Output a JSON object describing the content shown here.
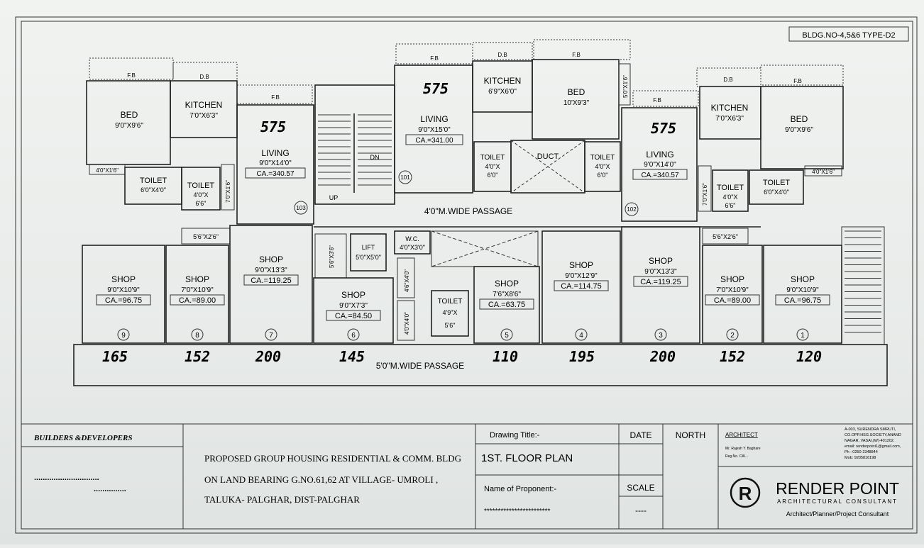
{
  "bldg_tag": "BLDG.NO-4,5&6 TYPE-D2",
  "plan": {
    "flat_left": {
      "bed": {
        "name": "BED",
        "size": "9'0\"X9'6\""
      },
      "kitchen": {
        "name": "KITCHEN",
        "size": "7'0\"X6'3\""
      },
      "living": {
        "name": "LIVING",
        "size": "9'0\"X14'0\"",
        "ca": "CA.=340.57"
      },
      "toilet_a": {
        "name": "TOILET",
        "size": "6'0\"X4'0\""
      },
      "toilet_b": {
        "name": "TOILET",
        "size1": "4'0\"X",
        "size2": "6'6\""
      },
      "shaft1": "4'0\"X1'6\"",
      "shaft2": "7'0\"X1'6\"",
      "fb1": "F.B",
      "db": "D.B",
      "fb2": "F.B",
      "no": "103",
      "handnote": "575"
    },
    "flat_mid": {
      "kitchen": {
        "name": "KITCHEN",
        "size": "6'9\"X6'0\""
      },
      "bed": {
        "name": "BED",
        "size": "10'X9'3\""
      },
      "living": {
        "name": "LIVING",
        "size": "9'0\"X15'0\"",
        "ca": "CA.=341.00"
      },
      "toilet_a": {
        "name": "TOILET",
        "size1": "4'0\"X",
        "size2": "6'0\""
      },
      "toilet_b": {
        "name": "TOILET",
        "size1": "4'0\"X",
        "size2": "6'0\""
      },
      "duct": "DUCT",
      "shaft": "5'0\"X1'6\"",
      "fb1": "F.B",
      "db": "D.B",
      "fb2": "F.B",
      "no": "101",
      "handnote": "575"
    },
    "flat_right": {
      "kitchen": {
        "name": "KITCHEN",
        "size": "7'0\"X6'3\""
      },
      "bed": {
        "name": "BED",
        "size": "9'0\"X9'6\""
      },
      "living": {
        "name": "LIVING",
        "size": "9'0\"X14'0\"",
        "ca": "CA.=340.57"
      },
      "toilet_a": {
        "name": "TOILET",
        "size": "6'0\"X4'0\""
      },
      "toilet_b": {
        "name": "TOILET",
        "size1": "4'0\"X",
        "size2": "6'6\""
      },
      "shaft1": "4'0\"X1'6\"",
      "shaft2": "7'0\"X1'6\"",
      "fb1": "F.B",
      "db": "D.B",
      "fb2": "F.B",
      "no": "102",
      "handnote": "575"
    },
    "stair_up": "UP",
    "stair_dn": "DN",
    "passage_upper": "4'0\"M.WIDE PASSAGE",
    "passage_lower": "5'0\"M.WIDE PASSAGE",
    "lift": {
      "name": "LIFT",
      "size": "5'0\"X5'0\""
    },
    "wc": {
      "name": "W.C.",
      "size": "4'0\"X3'0\""
    },
    "shaft_small": "5'6\"X2'6\"",
    "shaft_vert": "5'6\"X3'6\"",
    "stair_a": "4'6\"X4'0\"",
    "stair_b": "4'0\"X4'0\"",
    "toilet_c": {
      "name": "TOILET",
      "size1": "4'9\"X",
      "size2": "5'6\""
    },
    "shops": [
      {
        "name": "SHOP",
        "size": "9'0\"X10'9\"",
        "ca": "CA.=96.75",
        "no": "9",
        "hand": "165"
      },
      {
        "name": "SHOP",
        "size": "7'0\"X10'9\"",
        "ca": "CA.=89.00",
        "no": "8",
        "hand": "152"
      },
      {
        "name": "SHOP",
        "size": "9'0\"X13'3\"",
        "ca": "CA.=119.25",
        "no": "7",
        "hand": "200"
      },
      {
        "name": "SHOP",
        "size": "9'0\"X7'3\"",
        "ca": "CA.=84.50",
        "no": "6",
        "hand": "145"
      },
      {
        "name": "SHOP",
        "size": "7'6\"X8'6\"",
        "ca": "CA.=63.75",
        "no": "5",
        "hand": "110"
      },
      {
        "name": "SHOP",
        "size": "9'0\"X12'9\"",
        "ca": "CA.=114.75",
        "no": "4",
        "hand": "195"
      },
      {
        "name": "SHOP",
        "size": "9'0\"X13'3\"",
        "ca": "CA.=119.25",
        "no": "3",
        "hand": "200"
      },
      {
        "name": "SHOP",
        "size": "7'0\"X10'9\"",
        "ca": "CA.=89.00",
        "no": "2",
        "hand": "152"
      },
      {
        "name": "SHOP",
        "size": "9'0\"X10'9\"",
        "ca": "CA.=96.75",
        "no": "1",
        "hand": "120"
      }
    ],
    "shop_shaft_left": "5'6\"X2'6\"",
    "shop_shaft_right": "5'6\"X2'6\""
  },
  "titleblock": {
    "builders": "BUILDERS &DEVELOPERS",
    "dots1": "..............................",
    "dots2": "...............",
    "project1": "PROPOSED GROUP HOUSING RESIDENTIAL & COMM. BLDG",
    "project2": "ON LAND BEARING G.NO.61,62 AT VILLAGE- UMROLI ,",
    "project3": "TALUKA- PALGHAR, DIST-PALGHAR",
    "drawing_title_label": "Drawing Title:-",
    "drawing_title": "1ST. FLOOR PLAN",
    "proponent_label": "Name of Proponent:-",
    "proponent_stars": "************************",
    "date_label": "DATE",
    "scale_label": "SCALE",
    "scale_value": "----",
    "north_label": "NORTH",
    "architect_label": "ARCHITECT",
    "architect_name": "Mr. Rajesh Y. Baghare",
    "architect_sub": "Reg.No. CA/...",
    "address": [
      "A-003, SURENDRA SMRUTI,",
      "CO.OPP.HSG.SOCIETY,ANAND",
      "NAGAR, VASAI,(W)-401202.",
      "email: renderpoint1@gmail.com,",
      "Ph : 0250-2348844",
      "Mob: 9205816198"
    ],
    "firm": "RENDER POINT",
    "firm_sub": "ARCHITECTURAL CONSULTANT",
    "firm_tag": "Architect/Planner/Project Consultant"
  }
}
